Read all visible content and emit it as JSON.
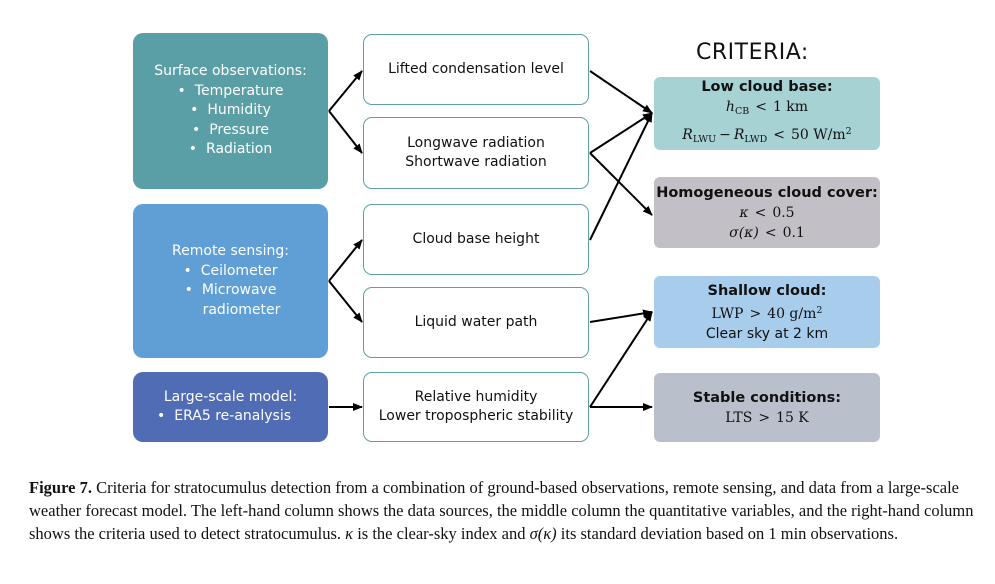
{
  "sources": [
    {
      "title": "Surface observations:",
      "items": [
        "Temperature",
        "Humidity",
        "Pressure",
        "Radiation"
      ],
      "color": "#5a9fa5"
    },
    {
      "title": "Remote sensing:",
      "items": [
        "Ceilometer",
        "Microwave"
      ],
      "items_cont": "radiometer",
      "color": "#5f9fd6"
    },
    {
      "title": "Large-scale model:",
      "items": [
        "ERA5 re-analysis"
      ],
      "color": "#4f6cb4"
    }
  ],
  "variables": [
    [
      "Lifted condensation level"
    ],
    [
      "Longwave radiation",
      "Shortwave radiation"
    ],
    [
      "Cloud base height"
    ],
    [
      "Liquid water path"
    ],
    [
      "Relative humidity",
      "Lower tropospheric stability"
    ]
  ],
  "criteria_heading": "CRITERIA:",
  "criteria": {
    "low": {
      "title": "Low cloud base:",
      "l1": {
        "var": "h",
        "sub": "CB",
        "op": "<",
        "val": "1 km"
      },
      "l2": {
        "a": "R",
        "a_sub": "LWU",
        "minus": "−",
        "b": "R",
        "b_sub": "LWD",
        "op": "<",
        "val": "50 W/m",
        "sup": "2"
      },
      "color": "#a7d2d4"
    },
    "homog": {
      "title": "Homogeneous cloud cover:",
      "l1": {
        "var": "κ",
        "op": "<",
        "val": "0.5"
      },
      "l2": {
        "var": "σ(κ)",
        "op": "<",
        "val": "0.1"
      },
      "color": "#c3bfc7"
    },
    "shallow": {
      "title": "Shallow cloud:",
      "l1": {
        "a": "LWP",
        "op": ">",
        "val": "40 g/m",
        "sup": "2"
      },
      "l2": "Clear sky at 2 km",
      "color": "#a8cdec"
    },
    "stable": {
      "title": "Stable conditions:",
      "l1": {
        "a": "LTS",
        "op": ">",
        "val": "15 K"
      },
      "color": "#b9c0cb"
    }
  },
  "caption": {
    "label": "Figure 7.",
    "part1": "Criteria for stratocumulus detection from a combination of ground-based observations, remote sensing, and data from a large-scale weather forecast model. The left-hand column shows the data sources, the middle column the quantitative variables, and the right-hand column shows the criteria used to detect stratocumulus.",
    "kappa": "κ",
    "part2": "is the clear-sky index and",
    "sigma": "σ(κ)",
    "part3": "its standard deviation based on 1 min observations."
  }
}
